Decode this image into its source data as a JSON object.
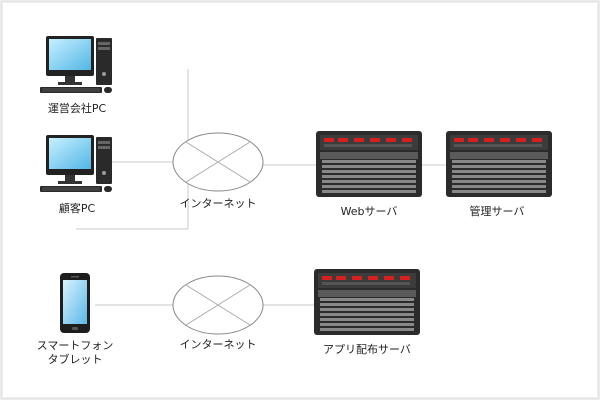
{
  "diagram": {
    "nodes": {
      "ops_pc": {
        "label": "運営会社PC"
      },
      "customer_pc": {
        "label": "顧客PC"
      },
      "smartphone": {
        "label_line1": "スマートフォン",
        "label_line2": "タブレット"
      },
      "internet_top": {
        "label": "インターネット"
      },
      "internet_bottom": {
        "label": "インターネット"
      },
      "web_server": {
        "label": "Webサーバ"
      },
      "mgmt_server": {
        "label": "管理サーバ"
      },
      "app_server": {
        "label": "アプリ配布サーバ"
      }
    },
    "colors": {
      "background": "#ececec",
      "panel": "#ffffff",
      "line": "#c8c8c8",
      "server_body": "#2b2b2b",
      "server_led": "#d62020"
    },
    "icons": [
      "desktop-pc-icon",
      "smartphone-icon",
      "cloud-icon",
      "server-rack-icon"
    ]
  }
}
